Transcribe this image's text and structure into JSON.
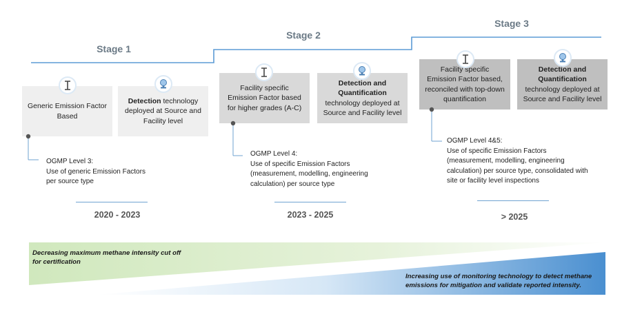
{
  "stages": [
    {
      "title": "Stage 1"
    },
    {
      "title": "Stage 2"
    },
    {
      "title": "Stage 3"
    }
  ],
  "boxes": {
    "s1_factor": "Generic Emission Factor Based",
    "s1_detect_bold": "Detection",
    "s1_detect_rest": " technology deployed at Source and Facility level",
    "s2_factor": "Facility specific Emission Factor based for higher grades (A-C)",
    "s2_detect_bold": "Detection and Quantification",
    "s2_detect_rest": "technology deployed at Source and Facility level",
    "s3_factor": "Facility specific Emission Factor based, reconciled with top-down quantification",
    "s3_detect_bold": "Detection and Quantification",
    "s3_detect_rest": "technology deployed at Source and Facility level"
  },
  "notes": {
    "s1": [
      "OGMP Level 3:",
      "Use of generic Emission Factors",
      "per source type"
    ],
    "s2": [
      "OGMP Level 4:",
      "Use of specific Emission Factors",
      "(measurement, modelling, engineering",
      "calculation) per source type"
    ],
    "s3": [
      "OGMP Level 4&5:",
      "Use of specific Emission Factors",
      "(measurement, modelling, engineering",
      "calculation) per source type, consolidated with",
      "site or facility level inspections"
    ]
  },
  "periods": [
    "2020 - 2023",
    "2023 - 2025",
    "> 2025"
  ],
  "bands": {
    "decreasing": [
      "Decreasing maximum methane intensity cut off",
      "for certification"
    ],
    "increasing": [
      "Increasing use of monitoring technology to detect methane",
      "emissions for mitigation and validate reported intensity."
    ]
  },
  "colors": {
    "stage_line": "#5b9bd5",
    "green_band": "#d6ebc5",
    "blue_band": "#4a8fd0"
  },
  "icons": [
    "text-cursor-icon",
    "detector-icon"
  ]
}
